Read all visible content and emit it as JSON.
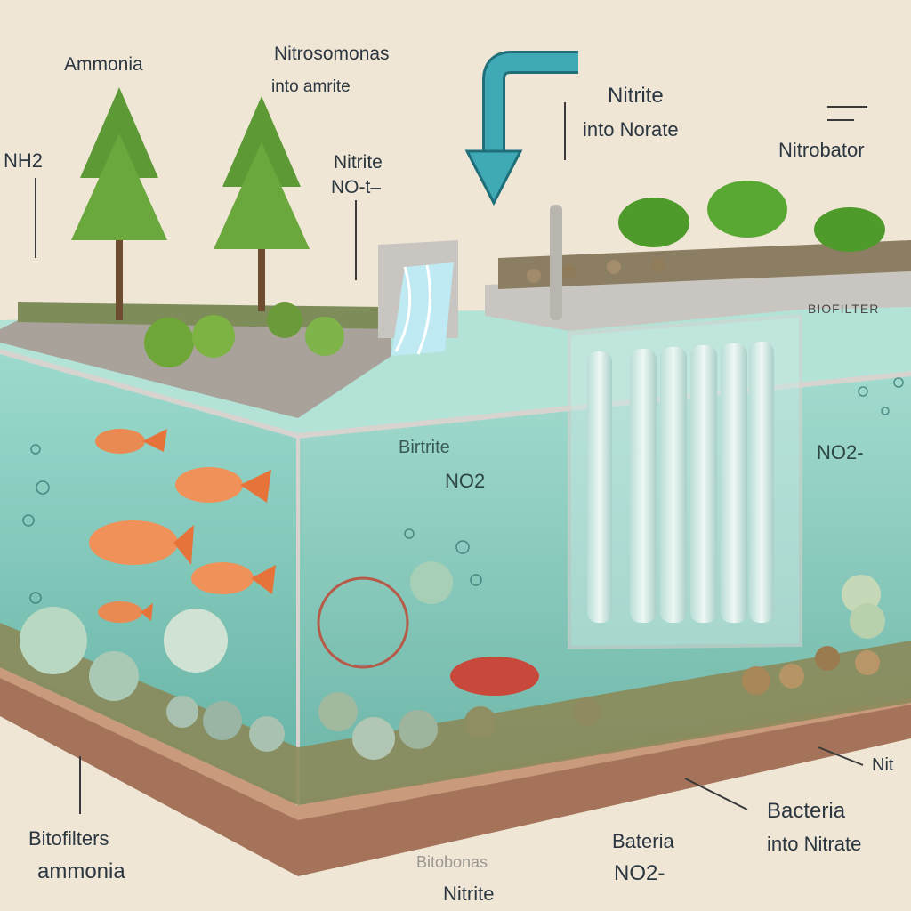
{
  "labels": {
    "ammonia_top": "Ammonia",
    "nitrosomonas": "Nitrosomonas",
    "into_amrite": "into amrite",
    "nitrite_top": "Nitrite",
    "into_norate": "into Norate",
    "nitrobator": "Nitrobator",
    "nh2": "NH2",
    "nitrite_mid": "Nitrite",
    "no_te": "NO-t–",
    "biofilter_sign": "BIOFILTER",
    "birtrite": "Birtrite",
    "no2_tank": "NO2",
    "no2_right": "NO2-",
    "nit_right": "Nit",
    "bacteria_right": "Bacteria",
    "into_nitrate": "into Nitrate",
    "bitofilters": "Bitofilters",
    "ammonia_bottom": "ammonia",
    "bateria": "Bateria",
    "no2_bottom": "NO2-",
    "bitobonas": "Bitobonas",
    "nitrite_bottom": "Nitrite"
  },
  "colors": {
    "background": "#efe6d6",
    "water": "#6cc4b4",
    "arrow": "#3fa9b5",
    "soil": "#b58a6e",
    "tank_frame": "#c9c5c0"
  },
  "icons": [
    "flow-arrow-icon",
    "fish-icon",
    "tree-icon",
    "plant-icon",
    "filter-tube-icon"
  ]
}
